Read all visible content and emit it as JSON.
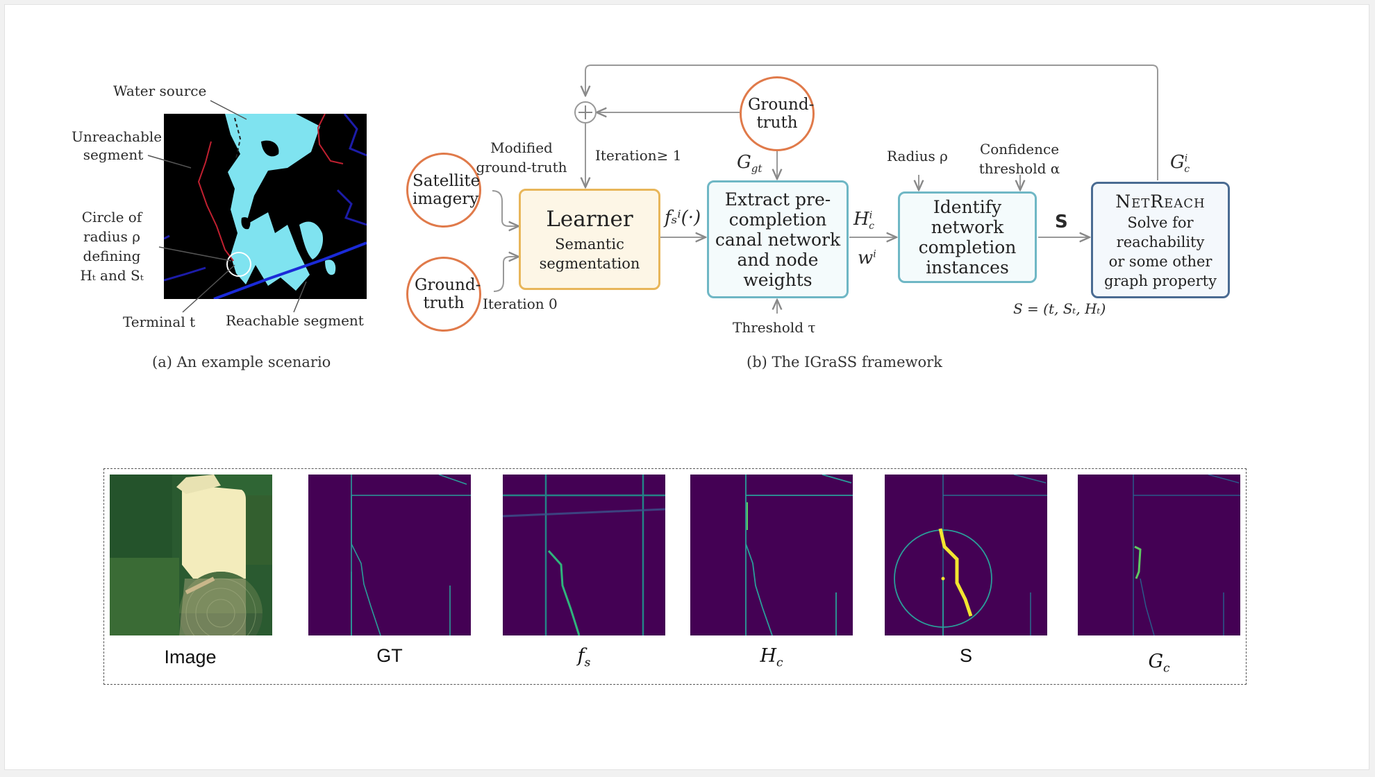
{
  "figure_a": {
    "labels": {
      "water_source": "Water source",
      "unreachable": [
        "Unreachable",
        "segment"
      ],
      "circle": [
        "Circle of",
        "radius ρ",
        "defining",
        "Hₜ and Sₜ"
      ],
      "terminal": "Terminal t",
      "reachable": "Reachable segment"
    },
    "caption": "(a) An example scenario"
  },
  "figure_b": {
    "satellite": "Satellite imagery",
    "ground_truth_top": "Ground-truth",
    "ground_truth_bottom": "Ground-truth",
    "modified_gt": [
      "Modified",
      "ground-truth"
    ],
    "iteration_ge1": "Iteration≥ 1",
    "iteration0": "Iteration 0",
    "g_gt": "G",
    "g_gt_sub": "gt",
    "learner": {
      "title": "Learner",
      "sub": [
        "Semantic",
        "segmentation"
      ]
    },
    "fs": "fₛⁱ(·)",
    "extract": [
      "Extract pre-",
      "completion",
      "canal network",
      "and node",
      "weights"
    ],
    "threshold": "Threshold τ",
    "hc": "H",
    "hc_sup": "i",
    "hc_sub": "c",
    "w": "w",
    "w_sup": "i",
    "radius": "Radius ρ",
    "confidence": [
      "Confidence",
      "threshold α"
    ],
    "identify": [
      "Identify",
      "network",
      "completion",
      "instances"
    ],
    "s_bold": "S",
    "s_def": "S = (t, Sₜ, Hₜ)",
    "gc": "G",
    "gc_sup": "i",
    "gc_sub": "c",
    "netreach": {
      "title": "NetReach",
      "sub": [
        "Solve for",
        "reachability",
        "or some other",
        "graph property"
      ]
    },
    "caption": "(b) The IGraSS framework"
  },
  "panels": {
    "labels": [
      "Image",
      "GT",
      "f",
      "H",
      "S",
      "G"
    ],
    "subs": [
      "",
      "",
      "s",
      "c",
      "",
      "c"
    ]
  },
  "colors": {
    "orange": "#e07a4a",
    "learner": "#e8b65a",
    "teal": "#6fb7c5",
    "navy": "#4a6b92",
    "viridis_bg": "#440154",
    "viridis_line": "#2a9e9a",
    "viridis_yellow": "#f2e530",
    "water": "#7fe3f0"
  }
}
